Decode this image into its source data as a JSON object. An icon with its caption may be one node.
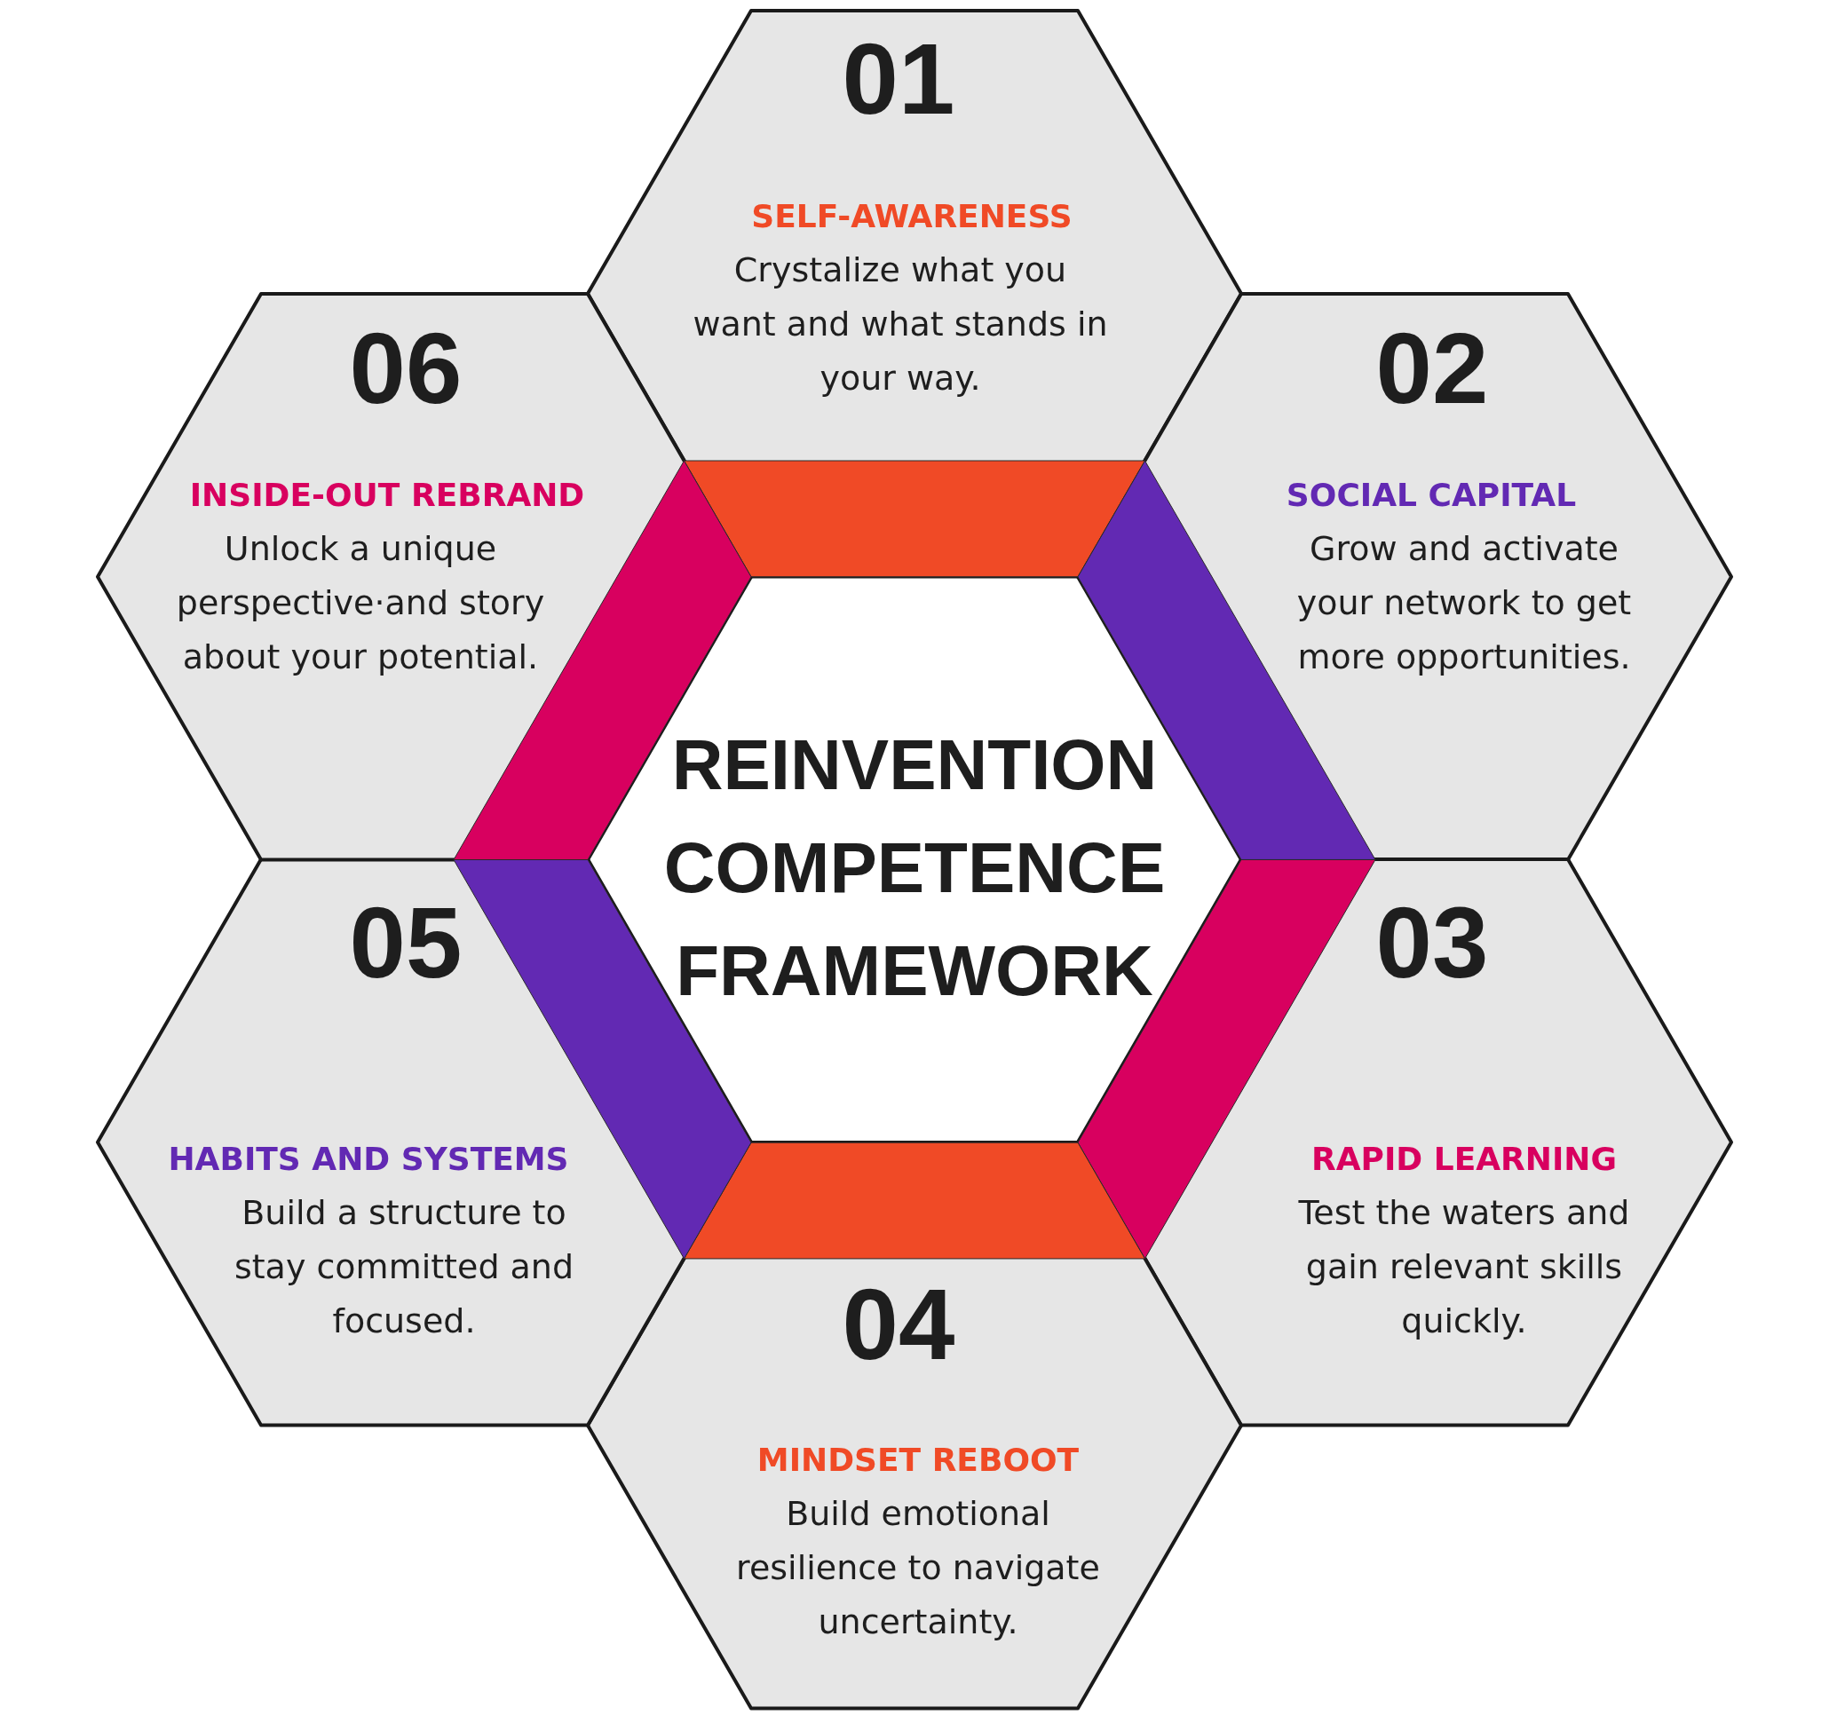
{
  "diagram": {
    "nodes": [
      {
        "text": [
          "01",
          "SELF-AWARENESS",
          "Crystalize what you want and what stands in your way."
        ]
      },
      {
        "text": [
          "02",
          "SOCIAL CAPITAL",
          "Grow and activate your network to get more opportunities."
        ]
      },
      {
        "text": [
          "03",
          "RAPID LEARNING",
          "Test the waters and gain relevant skills quickly."
        ]
      },
      {
        "text": [
          "04",
          "MINDSET REBOOT",
          "Build emotional resilience to navigate uncertainty."
        ]
      },
      {
        "text": [
          "05",
          "HABITS AND SYSTEMS",
          "Build a structure to stay committed and focused."
        ]
      },
      {
        "text": [
          "06",
          "INSIDE-OUT REBRAND",
          "Unlock a unique perspective·and story about your potential."
        ]
      },
      {
        "text": [
          "REINVENTION COMPETENCE FRAMEWORK"
        ]
      }
    ]
  }
}
